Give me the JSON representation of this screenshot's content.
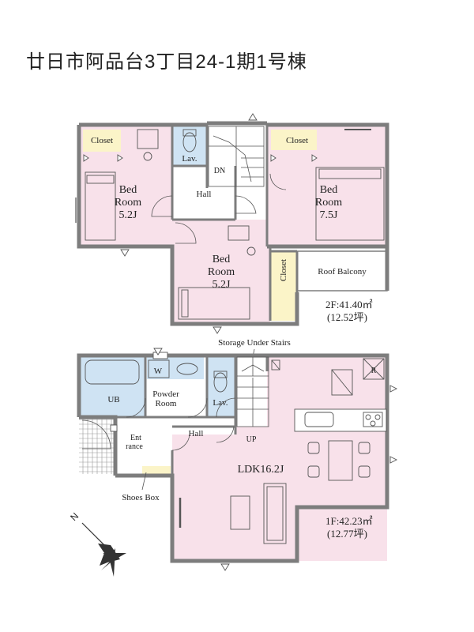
{
  "title": "廿日市阿品台3丁目24-1期1号棟",
  "floor2": {
    "rooms": {
      "closet_left": "Closet",
      "bed_left_1": "Bed",
      "bed_left_2": "Room",
      "bed_left_3": "5.2J",
      "lav": "Lav.",
      "dn": "DN",
      "hall": "Hall",
      "closet_right": "Closet",
      "bed_right_1": "Bed",
      "bed_right_2": "Room",
      "bed_right_3": "7.5J",
      "bed_mid_1": "Bed",
      "bed_mid_2": "Room",
      "bed_mid_3": "5.2J",
      "closet_mid": "Closet",
      "roof_balcony": "Roof Balcony"
    },
    "area_1": "2F:41.40㎡",
    "area_2": "(12.52坪)"
  },
  "callouts": {
    "storage": "Storage Under Stairs",
    "shoes": "Shoes Box"
  },
  "floor1": {
    "rooms": {
      "w": "W",
      "ub": "UB",
      "powder_1": "Powder",
      "powder_2": "Room",
      "lav": "Lav.",
      "hall": "Hall",
      "ent_1": "Ent",
      "ent_2": "rance",
      "up": "UP",
      "r": "R",
      "ldk": "LDK16.2J"
    },
    "area_1": "1F:42.23㎡",
    "area_2": "(12.77坪)"
  },
  "compass": {
    "n": "N"
  },
  "colors": {
    "pink": "#f8e1ea",
    "blue": "#cfe3f3",
    "yellow": "#fbf4c8",
    "wall": "#7d7d7d"
  }
}
